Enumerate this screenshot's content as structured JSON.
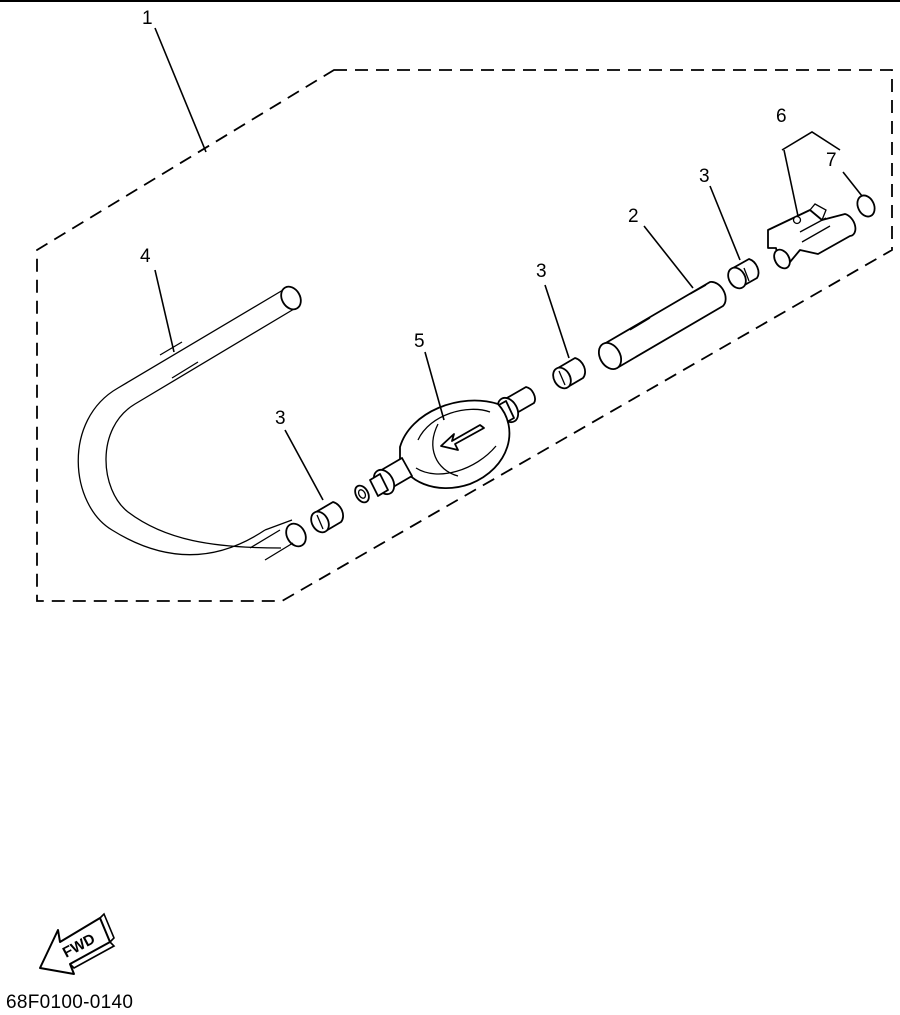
{
  "diagram": {
    "callouts": {
      "kit": "1",
      "hose_short": "2",
      "clip_a": "3",
      "clip_b": "3",
      "clip_c": "3",
      "hose_long": "4",
      "primer_pump": "5",
      "connector": "6",
      "o_ring": "7"
    },
    "forward_label": "FWD",
    "figure_code": "68F0100-0140"
  }
}
